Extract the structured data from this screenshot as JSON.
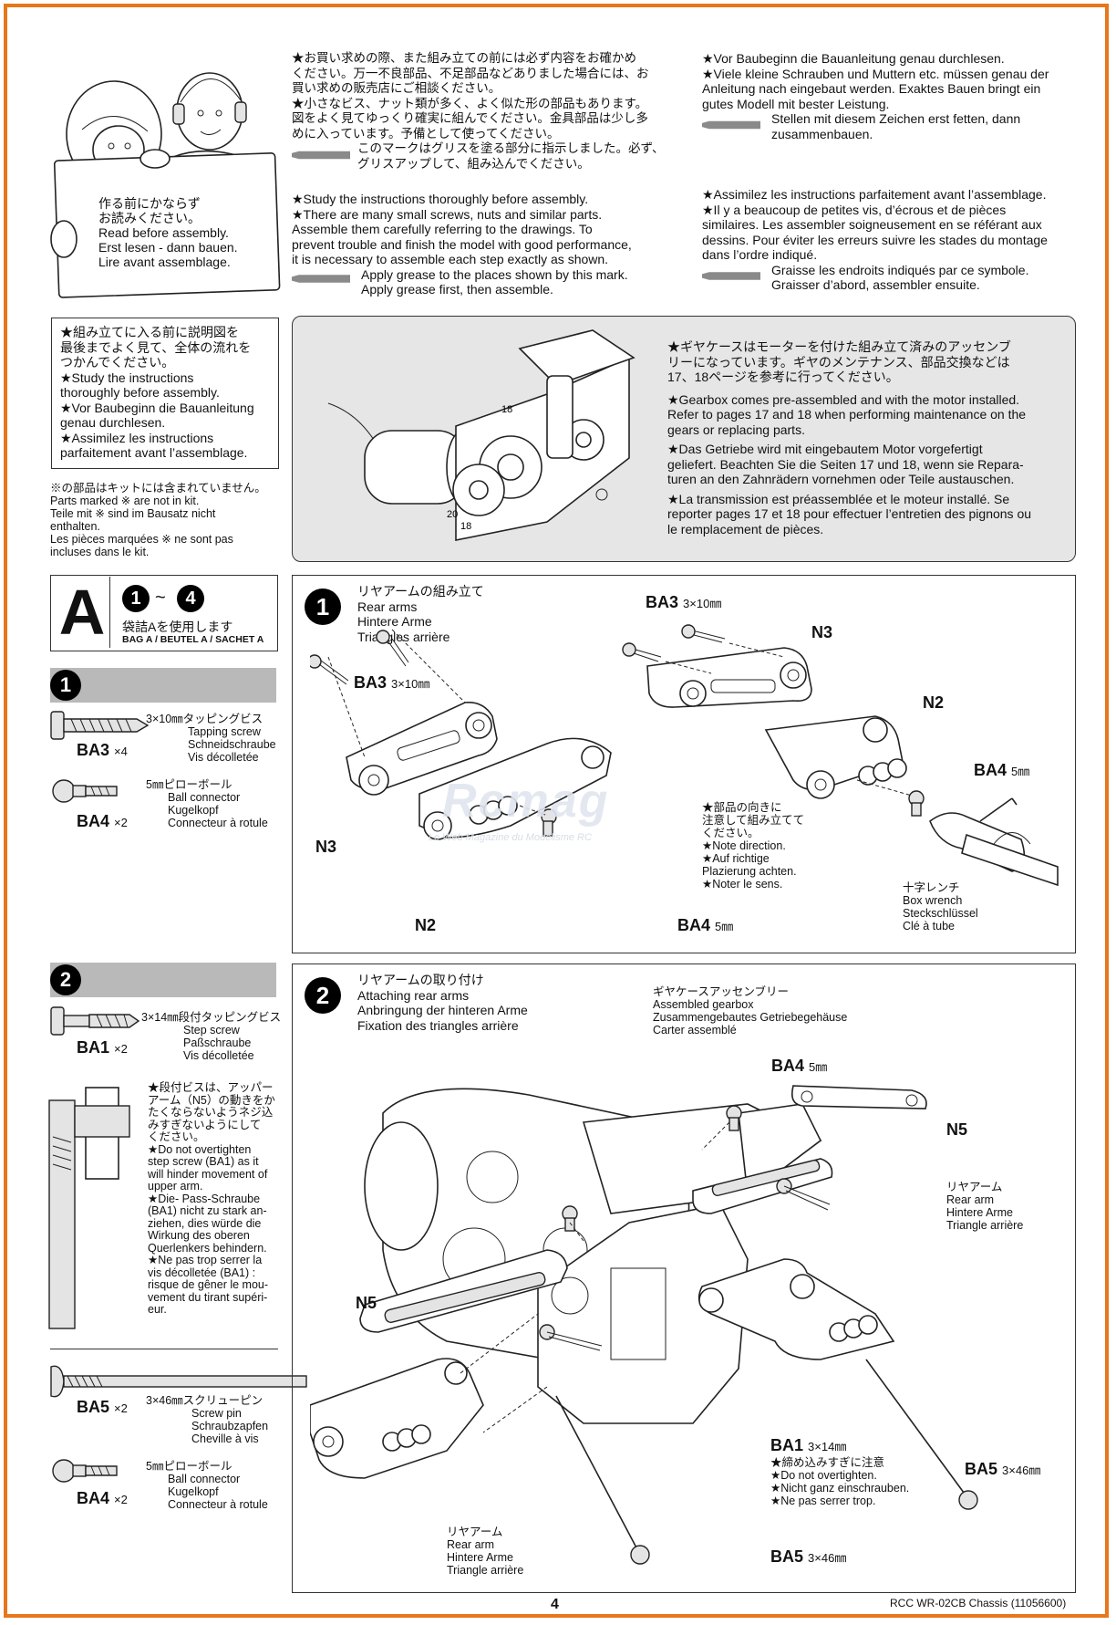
{
  "intro": {
    "sign_lines": [
      "作る前にかならず",
      "お読みください。",
      "Read before assembly.",
      "Erst lesen - dann bauen.",
      "Lire avant assemblage."
    ],
    "jp_lines": [
      "★お買い求めの際、また組み立ての前には必ず内容をお確かめ",
      "ください。万一不良部品、不足部品などありました場合には、お",
      "買い求めの販売店にご相談ください。",
      "★小さなビス、ナット類が多く、よく似た形の部品もあります。",
      "図をよく見てゆっくり確実に組んでください。金具部品は少し多",
      "めに入っています。予備として使ってください。"
    ],
    "jp_grease": [
      "このマークはグリスを塗る部分に指示しました。必ず、",
      "グリスアップして、組み込んでください。"
    ],
    "en_lines": [
      "★Study the instructions thoroughly before assembly.",
      "★There are many small screws, nuts and similar parts.",
      "Assemble them carefully referring to the drawings. To",
      "prevent trouble and finish the model with good performance,",
      "it is necessary to assemble each step exactly as shown."
    ],
    "en_grease": [
      "Apply grease to the places shown by this mark.",
      "Apply grease first, then assemble."
    ],
    "de_lines": [
      "★Vor Baubeginn die Bauanleitung genau durchlesen.",
      "★Viele kleine Schrauben und Muttern etc. müssen genau der",
      "Anleitung nach eingebaut werden. Exaktes Bauen bringt ein",
      "gutes Modell mit bester Leistung."
    ],
    "de_grease": [
      "Stellen mit diesem Zeichen erst fetten, dann",
      "zusammenbauen."
    ],
    "fr_lines": [
      "★Assimilez les instructions parfaitement avant  l’assemblage.",
      "★Il y a beaucoup de petites vis, d’écrous et de pièces",
      "similaires. Les assembler soigneusement en se référant aux",
      "dessins. Pour éviter les erreurs suivre les stades du montage",
      "dans l’ordre indiqué."
    ],
    "fr_grease": [
      "Graisse les endroits indiqués par ce symbole.",
      "Graisser d’abord, assembler ensuite."
    ]
  },
  "study_box": {
    "lines": [
      "★組み立てに入る前に説明図を",
      "最後までよく見て、全体の流れを",
      "つかんでください。",
      "★Study the instructions",
      "thoroughly before assembly.",
      "★Vor Baubeginn die Bauanleitung",
      "genau durchlesen.",
      "★Assimilez les instructions",
      "parfaitement avant  l’assemblage."
    ]
  },
  "not_in_kit": {
    "lines": [
      "※の部品はキットには含まれていません。",
      "Parts marked ※ are not in kit.",
      "Teile mit ※ sind im Bausatz nicht",
      "enthalten.",
      "Les pièces marquées ※ ne sont pas",
      "incluses dans le kit."
    ]
  },
  "gearbox_note": {
    "jp": [
      "★ギヤケースはモーターを付けた組み立て済みのアッセンブ",
      "リーになっています。ギヤのメンテナンス、部品交換などは",
      "17、18ページを参考に行ってください。"
    ],
    "en": [
      "★Gearbox comes pre-assembled and with the motor installed.",
      "Refer to pages 17 and 18 when performing maintenance on the",
      "gears or replacing parts."
    ],
    "de": [
      "★Das Getriebe wird mit eingebautem Motor vorgefertigt",
      "geliefert. Beachten Sie die Seiten 17 und 18, wenn sie Repara-",
      "turen an den Zahnrädern vornehmen oder Teile austauschen."
    ],
    "fr": [
      "★La transmission est préassemblée et le moteur installé. Se",
      "reporter pages 17 et 18 pour effectuer l’entretien des pignons ou",
      "le remplacement de pièces."
    ]
  },
  "bag": {
    "letter": "A",
    "step_from": "1",
    "tilde": "~",
    "step_to": "4",
    "jp": "袋詰Aを使用します",
    "label": "BAG A / BEUTEL A / SACHET A"
  },
  "step1": {
    "number": "1",
    "parts": [
      {
        "code": "BA3",
        "qty": "×4",
        "desc": [
          "3×10㎜タッピングビス",
          "Tapping screw",
          "Schneidschraube",
          "Vis décolletée"
        ]
      },
      {
        "code": "BA4",
        "qty": "×2",
        "desc": [
          "5㎜ピローボール",
          "Ball connector",
          "Kugelkopf",
          "Connecteur à rotule"
        ]
      }
    ],
    "title": [
      "リヤアームの組み立て",
      "Rear arms",
      "Hintere Arme",
      "Triangles arrière"
    ],
    "callouts": {
      "ba3_a": "BA3",
      "ba3_a_size": "3×10㎜",
      "ba3_b": "BA3",
      "ba3_b_size": "3×10㎜",
      "n3_a": "N3",
      "n3_b": "N3",
      "n2_a": "N2",
      "n2_b": "N2",
      "ba4_a": "BA4",
      "ba4_a_size": "5㎜",
      "ba4_b": "BA4",
      "ba4_b_size": "5㎜"
    },
    "direction_note": [
      "★部品の向きに",
      "注意して組み立てて",
      "ください。",
      "★Note direction.",
      "★Auf richtige",
      "Plazierung achten.",
      "★Noter le sens."
    ],
    "wrench": [
      "十字レンチ",
      "Box wrench",
      "Steckschlüssel",
      "Clé à tube"
    ]
  },
  "step2": {
    "number": "2",
    "parts": [
      {
        "code": "BA1",
        "qty": "×2",
        "desc": [
          "3×14㎜段付タッピングビス",
          "Step screw",
          "Paßschraube",
          "Vis décolletée"
        ]
      },
      {
        "code": "BA5",
        "qty": "×2",
        "desc": [
          "3×46㎜スクリューピン",
          "Screw pin",
          "Schraubzapfen",
          "Cheville à vis"
        ]
      },
      {
        "code": "BA4",
        "qty": "×2",
        "desc": [
          "5㎜ピローボール",
          "Ball connector",
          "Kugelkopf",
          "Connecteur à rotule"
        ]
      }
    ],
    "step_screw_note": [
      "★段付ビスは、アッパー",
      "アーム（N5）の動きをか",
      "たくならないようネジ込",
      "みすぎないようにして",
      "ください。",
      "★Do  not  overtighten",
      "step screw (BA1) as it",
      "will hinder movement of",
      "upper arm.",
      "★Die-  Pass-Schraube",
      "(BA1) nicht zu stark an-",
      "ziehen, dies würde die",
      "Wirkung  des  oberen",
      "Querlenkers behindern.",
      "★Ne pas trop serrer la",
      "vis décolletée (BA1) :",
      "risque de gêner le mou-",
      "vement du tirant supéri-",
      "eur."
    ],
    "title": [
      "リヤアームの取り付け",
      "Attaching rear arms",
      "Anbringung der hinteren Arme",
      "Fixation des triangles arrière"
    ],
    "gearbox_label": [
      "ギヤケースアッセンブリー",
      "Assembled gearbox",
      "Zusammengebautes Getriebegehäuse",
      "Carter assemblé"
    ],
    "callouts": {
      "ba4": "BA4",
      "ba4_size": "5㎜",
      "n5_a": "N5",
      "n5_b": "N5",
      "ba1": "BA1",
      "ba1_size": "3×14㎜",
      "ba5_a": "BA5",
      "ba5_a_size": "3×46㎜",
      "ba5_b": "BA5",
      "ba5_b_size": "3×46㎜"
    },
    "rear_arm_right": [
      "リヤアーム",
      "Rear arm",
      "Hintere Arme",
      "Triangle arrière"
    ],
    "rear_arm_bottom": [
      "リヤアーム",
      "Rear arm",
      "Hintere Arme",
      "Triangle arrière"
    ],
    "ba1_note": [
      "★締め込みすぎに注意",
      "★Do not overtighten.",
      "★Nicht ganz einschrauben.",
      "★Ne pas serrer trop."
    ]
  },
  "watermark": {
    "logo": "Rcmag",
    "tagline": "Le Web Magazine du Modélisme RC"
  },
  "footer": {
    "page": "4",
    "model": "RCC WR-02CB Chassis",
    "code": "(11056600)"
  },
  "colors": {
    "frame": "#e8761a",
    "grey_bar": "#b9b9b9",
    "panel_grey": "#e6e6e6"
  }
}
